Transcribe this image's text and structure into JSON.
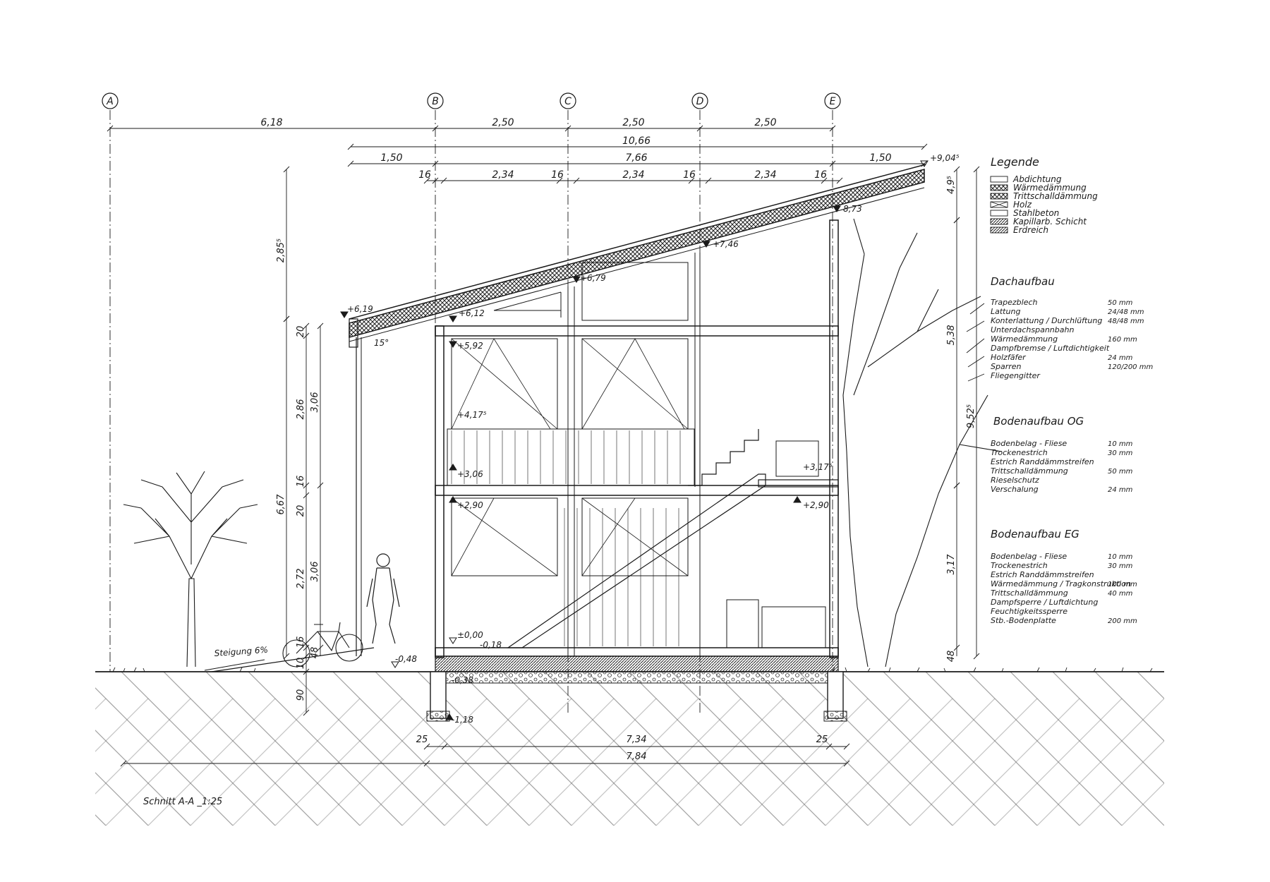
{
  "grid_axes": [
    {
      "label": "A",
      "dim_to_next": "6,18"
    },
    {
      "label": "B",
      "dim_to_next": "2,50"
    },
    {
      "label": "C",
      "dim_to_next": "2,50"
    },
    {
      "label": "D",
      "dim_to_next": "2,50"
    },
    {
      "label": "E",
      "dim_to_next": ""
    }
  ],
  "dims_top": {
    "overall": "10,66",
    "overhang_left": "1,50",
    "middle": "7,66",
    "overhang_right": "1,50",
    "columns": "16",
    "bays": "2,34"
  },
  "levels": {
    "ridge": "+9,04⁵",
    "top_e": "8,73",
    "top_d": "+7,46",
    "top_c": "+6,79",
    "eave": "+6,19",
    "eave_inner": "+6,12",
    "head": "+5,92",
    "gallery": "+4,17⁵",
    "upper_floor": "+3,06",
    "lower_ceiling": "+2,90",
    "landing": "+3,17⁵",
    "landing_under": "+2,90",
    "ground_floor": "±0,00",
    "floor_under": "-0,18",
    "terrain": "-0,48",
    "foundation": "-0,38",
    "footing": "-1,18"
  },
  "dims_left": {
    "roof": "2,85⁵",
    "total": "6,67",
    "story_upper": "2,86",
    "story_lower": "2,72",
    "full_upper": "3,06",
    "full_lower": "3,06",
    "slab_top": "20",
    "slab_mid": "20",
    "slab_16": "16",
    "low_48": "48",
    "low_16": "16",
    "low_10": "10",
    "low_90": "90"
  },
  "dims_right": {
    "top": "4,9⁵",
    "upper": "5,38",
    "total": "9,52⁵",
    "lower": "3,17",
    "base": "48"
  },
  "dims_bottom": {
    "side": "25",
    "inner": "7,34",
    "overall": "7,84"
  },
  "roof_pitch": "15°",
  "slope_note": "Steigung 6%",
  "legend": {
    "title": "Legende",
    "items": [
      {
        "label": "Abdichtung",
        "pattern": "line"
      },
      {
        "label": "Wärmedämmung",
        "pattern": "cross"
      },
      {
        "label": "Trittschalldämmung",
        "pattern": "cross"
      },
      {
        "label": "Holz",
        "pattern": "x"
      },
      {
        "label": "Stahlbeton",
        "pattern": "blank"
      },
      {
        "label": "Kapillarb. Schicht",
        "pattern": "dense"
      },
      {
        "label": "Erdreich",
        "pattern": "hatch"
      }
    ]
  },
  "dachaufbau": {
    "title": "Dachaufbau",
    "rows": [
      {
        "name": "Trapezblech",
        "value": "50 mm"
      },
      {
        "name": "Lattung",
        "value": "24/48 mm"
      },
      {
        "name": "Konterlattung / Durchlüftung",
        "value": "48/48 mm"
      },
      {
        "name": "Unterdachspannbahn",
        "value": ""
      },
      {
        "name": "Wärmedämmung",
        "value": "160 mm"
      },
      {
        "name": "Dampfbremse / Luftdichtigkeit",
        "value": ""
      },
      {
        "name": "Holzfäfer",
        "value": "24 mm"
      },
      {
        "name": "Sparren",
        "value": "120/200 mm"
      },
      {
        "name": "Fliegengitter",
        "value": ""
      }
    ]
  },
  "bodenaufbau_og": {
    "title": "Bodenaufbau OG",
    "rows": [
      {
        "name": "Bodenbelag - Fliese",
        "value": "10 mm"
      },
      {
        "name": "Trockenestrich",
        "value": "30 mm"
      },
      {
        "name": "Estrich Randdämmstreifen",
        "value": ""
      },
      {
        "name": "Trittschalldämmung",
        "value": "50 mm"
      },
      {
        "name": "Rieselschutz",
        "value": ""
      },
      {
        "name": "Verschalung",
        "value": "24 mm"
      }
    ]
  },
  "bodenaufbau_eg": {
    "title": "Bodenaufbau EG",
    "rows": [
      {
        "name": "Bodenbelag - Fliese",
        "value": "10 mm"
      },
      {
        "name": "Trockenestrich",
        "value": "30 mm"
      },
      {
        "name": "Estrich Randdämmstreifen",
        "value": ""
      },
      {
        "name": "Wärmedämmung / Tragkonstruktion",
        "value": "100 mm"
      },
      {
        "name": "Trittschalldämmung",
        "value": "40 mm"
      },
      {
        "name": "Dampfsperre / Luftdichtung",
        "value": ""
      },
      {
        "name": "Feuchtigkeitssperre",
        "value": ""
      },
      {
        "name": "Stb.-Bodenplatte",
        "value": "200 mm"
      }
    ]
  },
  "drawing_title": "Schnitt A-A _1:25"
}
